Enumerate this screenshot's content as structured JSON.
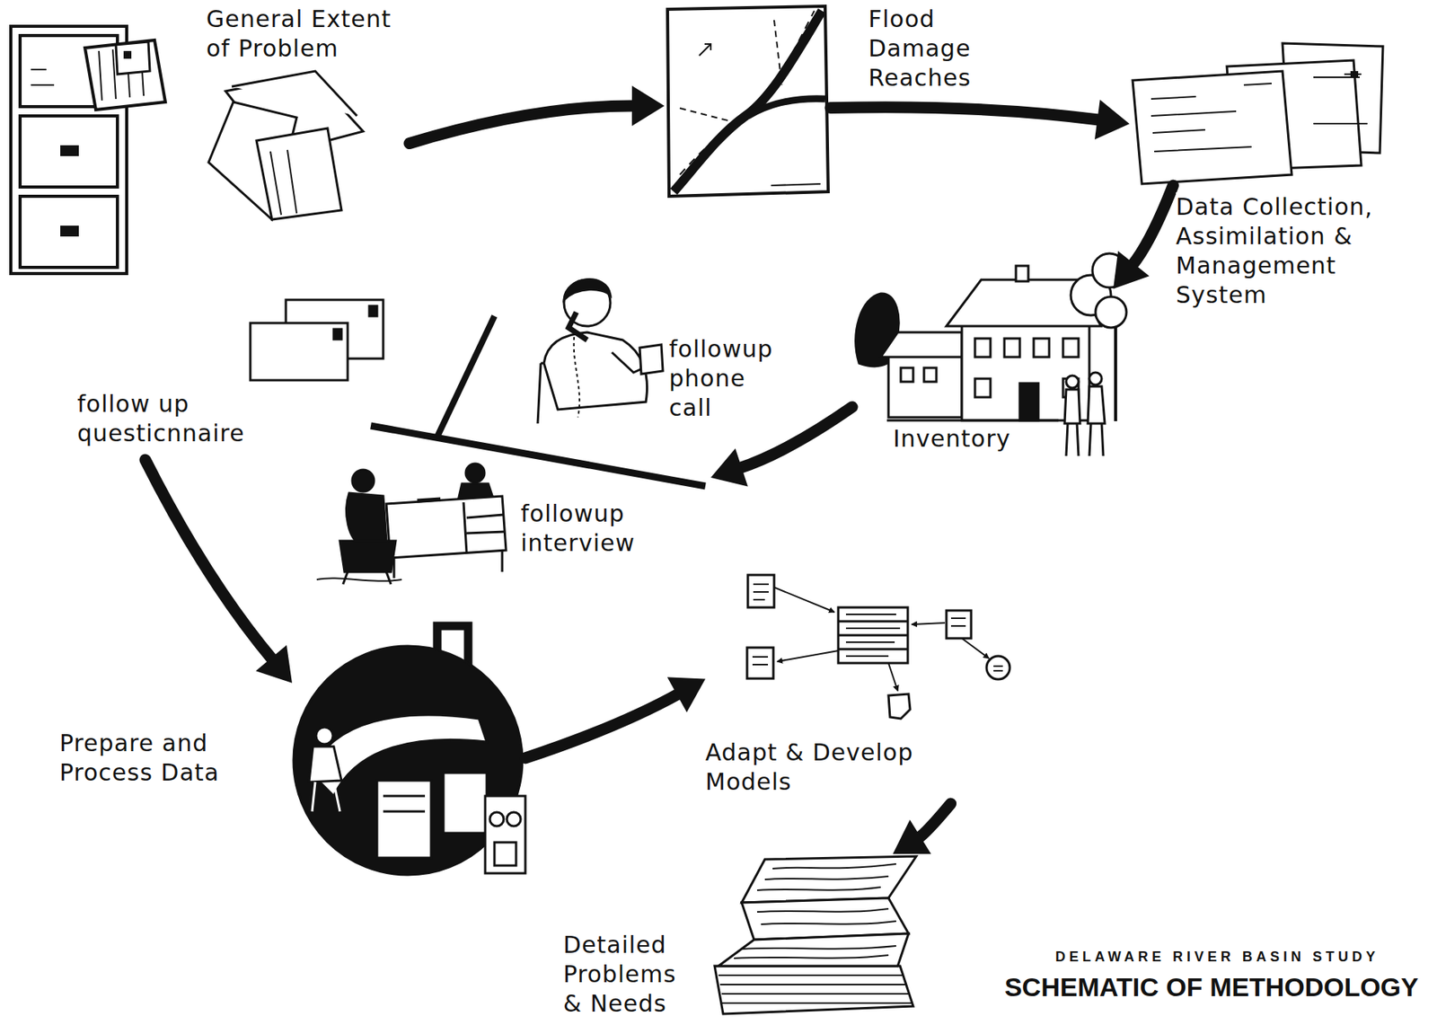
{
  "diagram": {
    "title": "SCHEMATIC OF METHODOLOGY",
    "nodes": [
      {
        "text": [
          "General Extent of Problem"
        ]
      },
      {
        "text": [
          "Flood Damage Reaches"
        ]
      },
      {
        "text": [
          "Data Collection, Assimilation & Management System"
        ]
      },
      {
        "text": [
          "Inventory"
        ]
      },
      {
        "text": [
          "follow up questicnnaire"
        ]
      },
      {
        "text": [
          "followup phone call"
        ]
      },
      {
        "text": [
          "followup interview"
        ]
      },
      {
        "text": [
          "Prepare and Process Data"
        ]
      },
      {
        "text": [
          "Adapt & Develop Models"
        ]
      },
      {
        "text": [
          "Detailed Problems & Needs"
        ]
      }
    ],
    "edges": [
      {
        "from": 0,
        "to": 1,
        "arrow": "to"
      },
      {
        "from": 1,
        "to": 2,
        "arrow": "to"
      },
      {
        "from": 2,
        "to": 3,
        "arrow": "to"
      },
      {
        "from": 3,
        "to": 6,
        "arrow": "to"
      },
      {
        "from": 4,
        "to": 7,
        "arrow": "to"
      },
      {
        "from": 7,
        "to": 8,
        "arrow": "to"
      },
      {
        "from": 8,
        "to": 9,
        "arrow": "to"
      }
    ],
    "labels": [
      "DELAWARE RIVER BASIN STUDY"
    ]
  }
}
